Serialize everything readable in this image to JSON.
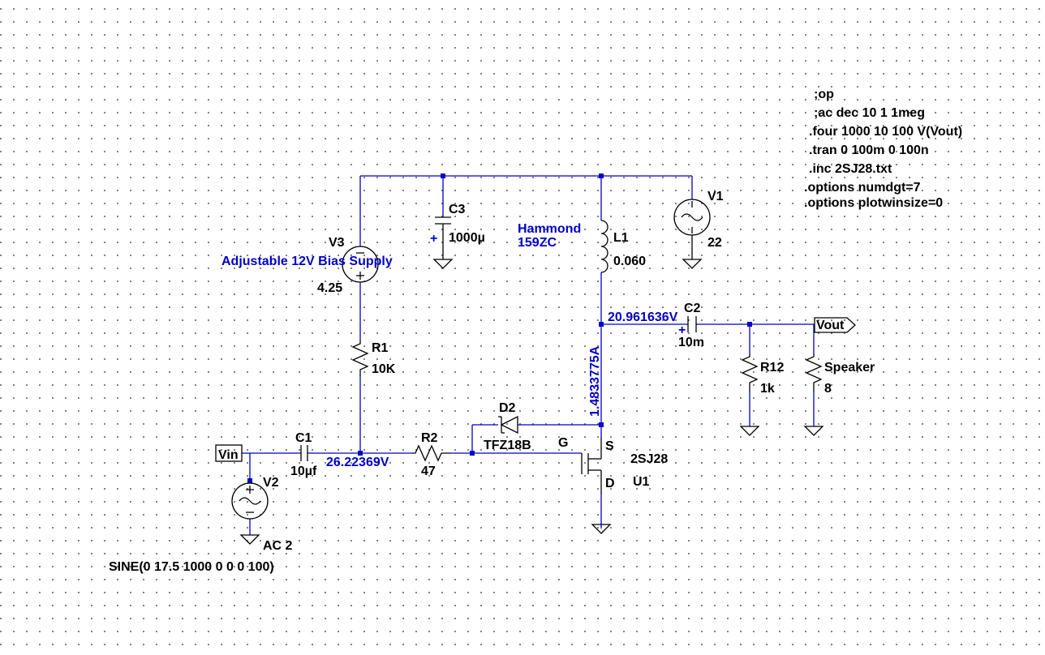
{
  "directives": [
    ";op",
    ";ac dec 10 1 1meg",
    ".four 1000 10 100 V(Vout)",
    ".tran 0 100m 0 100n",
    ".inc 2SJ28.txt",
    ".options numdgt=7",
    ".options plotwinsize=0"
  ],
  "components": {
    "V1": {
      "name": "V1",
      "value": "22"
    },
    "V2": {
      "name": "V2",
      "value": "AC 2",
      "source": "SINE(0  17.5 1000 0 0 0 100)"
    },
    "V3": {
      "name": "V3",
      "value": "4.25",
      "note": "Adjustable 12V Bias Supply"
    },
    "C1": {
      "name": "C1",
      "value": "10µf"
    },
    "C2": {
      "name": "C2",
      "value": "10m"
    },
    "C3": {
      "name": "C3",
      "value": "1000µ"
    },
    "L1": {
      "name": "L1",
      "value": "0.060",
      "note_line1": "Hammond",
      "note_line2": "159ZC"
    },
    "R1": {
      "name": "R1",
      "value": "10K"
    },
    "R2": {
      "name": "R2",
      "value": "47"
    },
    "R12": {
      "name": "R12",
      "value": "1k"
    },
    "Speaker": {
      "name": "Speaker",
      "value": "8"
    },
    "D2": {
      "name": "D2",
      "value": "TFZ18B"
    },
    "U1": {
      "name": "U1",
      "model": "2SJ28",
      "pin_g": "G",
      "pin_s": "S",
      "pin_d": "D"
    }
  },
  "net_labels": {
    "vin": "Vin",
    "vout": "Vout"
  },
  "op_point": {
    "node_drain": "20.961636V",
    "node_gate_bias": "26.22369V",
    "current_l1": "1.4833775A"
  },
  "colors": {
    "wire": "#0000c8",
    "component": "#000000",
    "annotation": "#0000c8"
  }
}
